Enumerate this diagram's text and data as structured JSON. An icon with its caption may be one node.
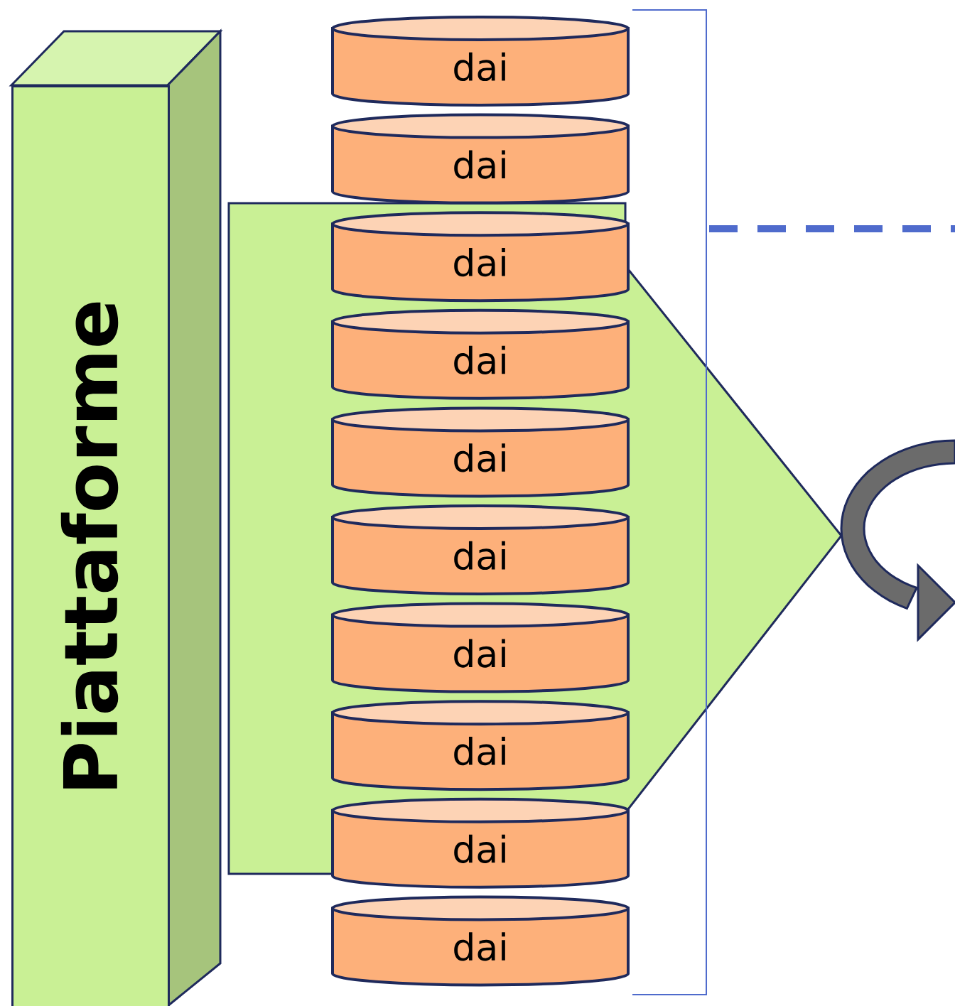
{
  "diagram": {
    "nodes": [
      {
        "text": [
          "Piattaforme"
        ]
      },
      {
        "text": [
          "dai"
        ]
      },
      {
        "text": [
          "dai"
        ]
      },
      {
        "text": [
          "dai"
        ]
      },
      {
        "text": [
          "dai"
        ]
      },
      {
        "text": [
          "dai"
        ]
      },
      {
        "text": [
          "dai"
        ]
      },
      {
        "text": [
          "dai"
        ]
      },
      {
        "text": [
          "dai"
        ]
      },
      {
        "text": [
          "dai"
        ]
      },
      {
        "text": [
          "dai"
        ]
      }
    ]
  }
}
